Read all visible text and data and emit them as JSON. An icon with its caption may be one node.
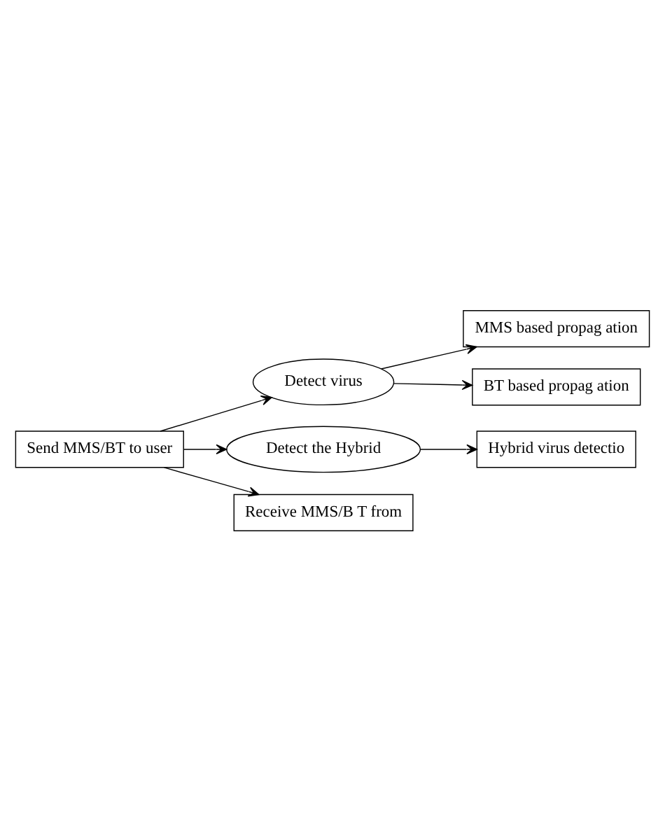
{
  "diagram": {
    "nodes": [
      {
        "text": [
          "Send MMS/BT to user"
        ]
      },
      {
        "text": [
          "Detect virus"
        ]
      },
      {
        "text": [
          "MMS based propag ation"
        ]
      },
      {
        "text": [
          "BT based propag ation"
        ]
      },
      {
        "text": [
          "Detect the Hybrid"
        ]
      },
      {
        "text": [
          "Hybrid virus detectio"
        ]
      },
      {
        "text": [
          "Receive MMS/B T from"
        ]
      }
    ],
    "edges": [
      {
        "from": 0,
        "to": 1,
        "arrow": "to"
      },
      {
        "from": 1,
        "to": 2,
        "arrow": "to"
      },
      {
        "from": 1,
        "to": 3,
        "arrow": "to"
      },
      {
        "from": 0,
        "to": 4,
        "arrow": "to"
      },
      {
        "from": 4,
        "to": 5,
        "arrow": "to"
      },
      {
        "from": 0,
        "to": 6,
        "arrow": "to"
      }
    ]
  }
}
